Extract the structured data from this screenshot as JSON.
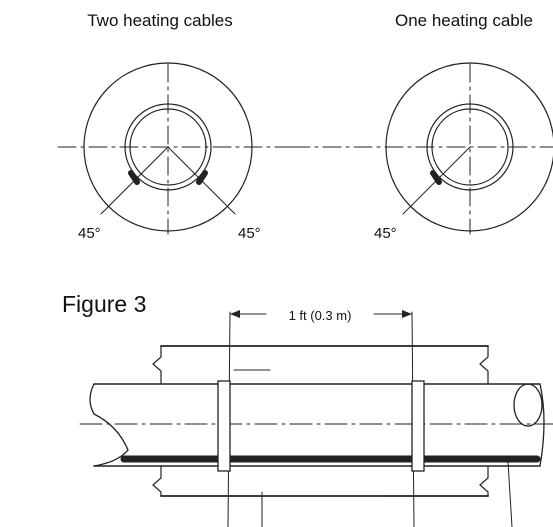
{
  "labels": {
    "left_title": "Two heating cables",
    "right_title": "One heating cable",
    "angle_left_1": "45°",
    "angle_left_2": "45°",
    "angle_right": "45°",
    "figure_label": "Figure 3",
    "spacing": "1 ft (0.3 m)"
  }
}
